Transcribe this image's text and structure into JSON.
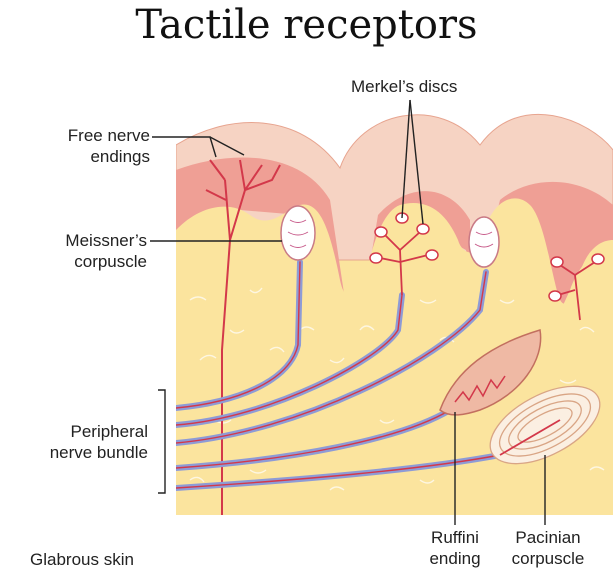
{
  "title": "Tactile receptors",
  "labels": {
    "free_nerve_endings_1": "Free nerve",
    "free_nerve_endings_2": "endings",
    "merkels_discs": "Merkel’s discs",
    "meissner_1": "Meissner’s",
    "meissner_2": "corpuscle",
    "peripheral_1": "Peripheral",
    "peripheral_2": "nerve bundle",
    "ruffini_1": "Ruffini",
    "ruffini_2": "ending",
    "pacinian_1": "Pacinian",
    "pacinian_2": "corpuscle",
    "glabrous_skin": "Glabrous skin"
  },
  "colors": {
    "epidermis_outer": "#f6d3c3",
    "epidermis_inner": "#ef9f95",
    "dermis": "#fbe49e",
    "nerve_blue": "#8e9bd6",
    "nerve_red": "#d3384a"
  }
}
